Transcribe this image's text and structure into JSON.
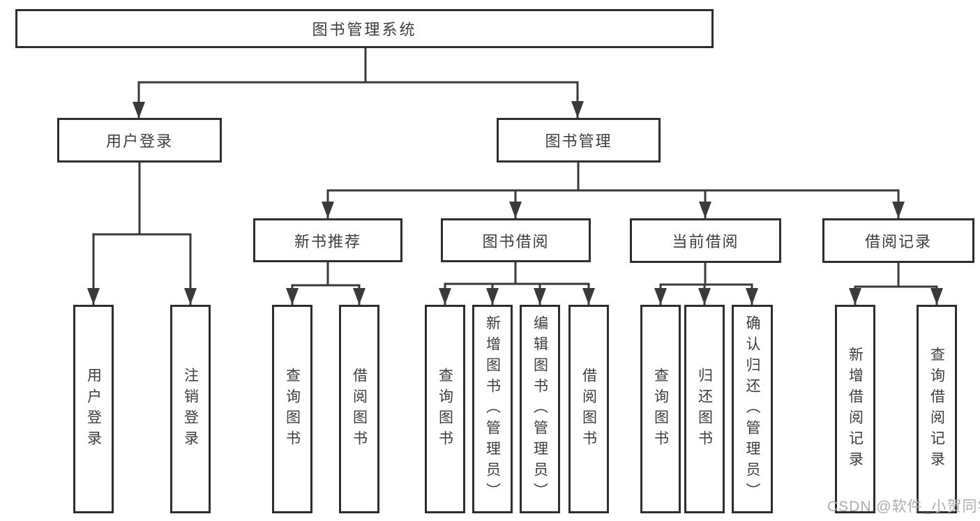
{
  "diagram_type": "hierarchy-tree",
  "colors": {
    "background": "#ffffff",
    "line": "#3a3a3a",
    "box_border": "#2e2e2e",
    "box_fill": "#ffffff",
    "text": "#3d3d3d",
    "watermark": "#aaaeb3"
  },
  "tree": {
    "label": "图书管理系统",
    "children": [
      {
        "label": "用户登录",
        "children": [
          {
            "label": "用户登录"
          },
          {
            "label": "注销登录"
          }
        ]
      },
      {
        "label": "图书管理",
        "children": [
          {
            "label": "新书推荐",
            "children": [
              {
                "label": "查询图书"
              },
              {
                "label": "借阅图书"
              }
            ]
          },
          {
            "label": "图书借阅",
            "children": [
              {
                "label": "查询图书"
              },
              {
                "label": "新增图书（管理员）"
              },
              {
                "label": "编辑图书（管理员）"
              },
              {
                "label": "借阅图书"
              }
            ]
          },
          {
            "label": "当前借阅",
            "children": [
              {
                "label": "查询图书"
              },
              {
                "label": "归还图书"
              },
              {
                "label": "确认归还（管理员）"
              }
            ]
          },
          {
            "label": "借阅记录",
            "children": [
              {
                "label": "新增借阅记录"
              },
              {
                "label": "查询借阅记录"
              }
            ]
          }
        ]
      }
    ]
  },
  "watermark": {
    "text": "CSDN @软件_小贺同学"
  }
}
